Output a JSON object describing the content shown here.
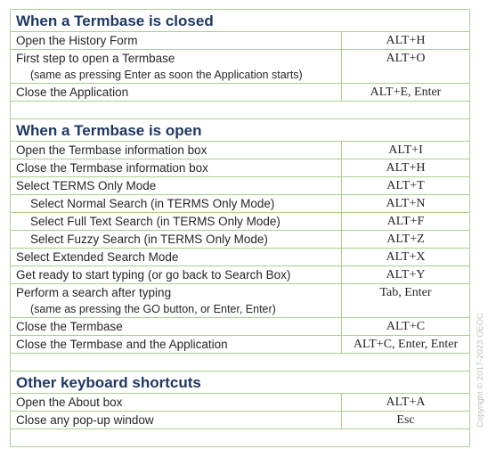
{
  "sections": {
    "closed": {
      "title": "When a Termbase is closed",
      "rows": [
        {
          "action": "Open the History Form",
          "key": "ALT+H"
        },
        {
          "action": "First step to open a Termbase",
          "note": "(same as pressing Enter as soon the Application starts)",
          "key": "ALT+O"
        },
        {
          "action": "Close the Application",
          "key": "ALT+E, Enter"
        }
      ]
    },
    "open": {
      "title": "When a Termbase is open",
      "rows": [
        {
          "action": "Open the Termbase information box",
          "key": "ALT+I"
        },
        {
          "action": "Close the Termbase information box",
          "key": "ALT+H"
        },
        {
          "action": "Select TERMS Only Mode",
          "key": "ALT+T"
        },
        {
          "action": "Select Normal Search (in TERMS Only Mode)",
          "key": "ALT+N"
        },
        {
          "action": "Select Full Text Search (in TERMS Only Mode)",
          "key": "ALT+F"
        },
        {
          "action": "Select Fuzzy Search (in TERMS Only Mode)",
          "key": "ALT+Z"
        },
        {
          "action": "Select Extended Search Mode",
          "key": "ALT+X"
        },
        {
          "action": "Get ready to start typing (or go back to Search Box)",
          "key": "ALT+Y"
        },
        {
          "action": "Perform a search after typing",
          "note": "(same as pressing the GO button, or Enter, Enter)",
          "key": "Tab, Enter"
        },
        {
          "action": "Close the Termbase",
          "key": "ALT+C"
        },
        {
          "action": "Close the Termbase and the Application",
          "key": "ALT+C, Enter, Enter"
        }
      ]
    },
    "other": {
      "title": "Other keyboard shortcuts",
      "rows": [
        {
          "action": "Open the About box",
          "key": "ALT+A"
        },
        {
          "action": "Close any pop-up window",
          "key": "Esc"
        }
      ]
    }
  },
  "copyright": "Copyright © 2017-2023 OEOC"
}
